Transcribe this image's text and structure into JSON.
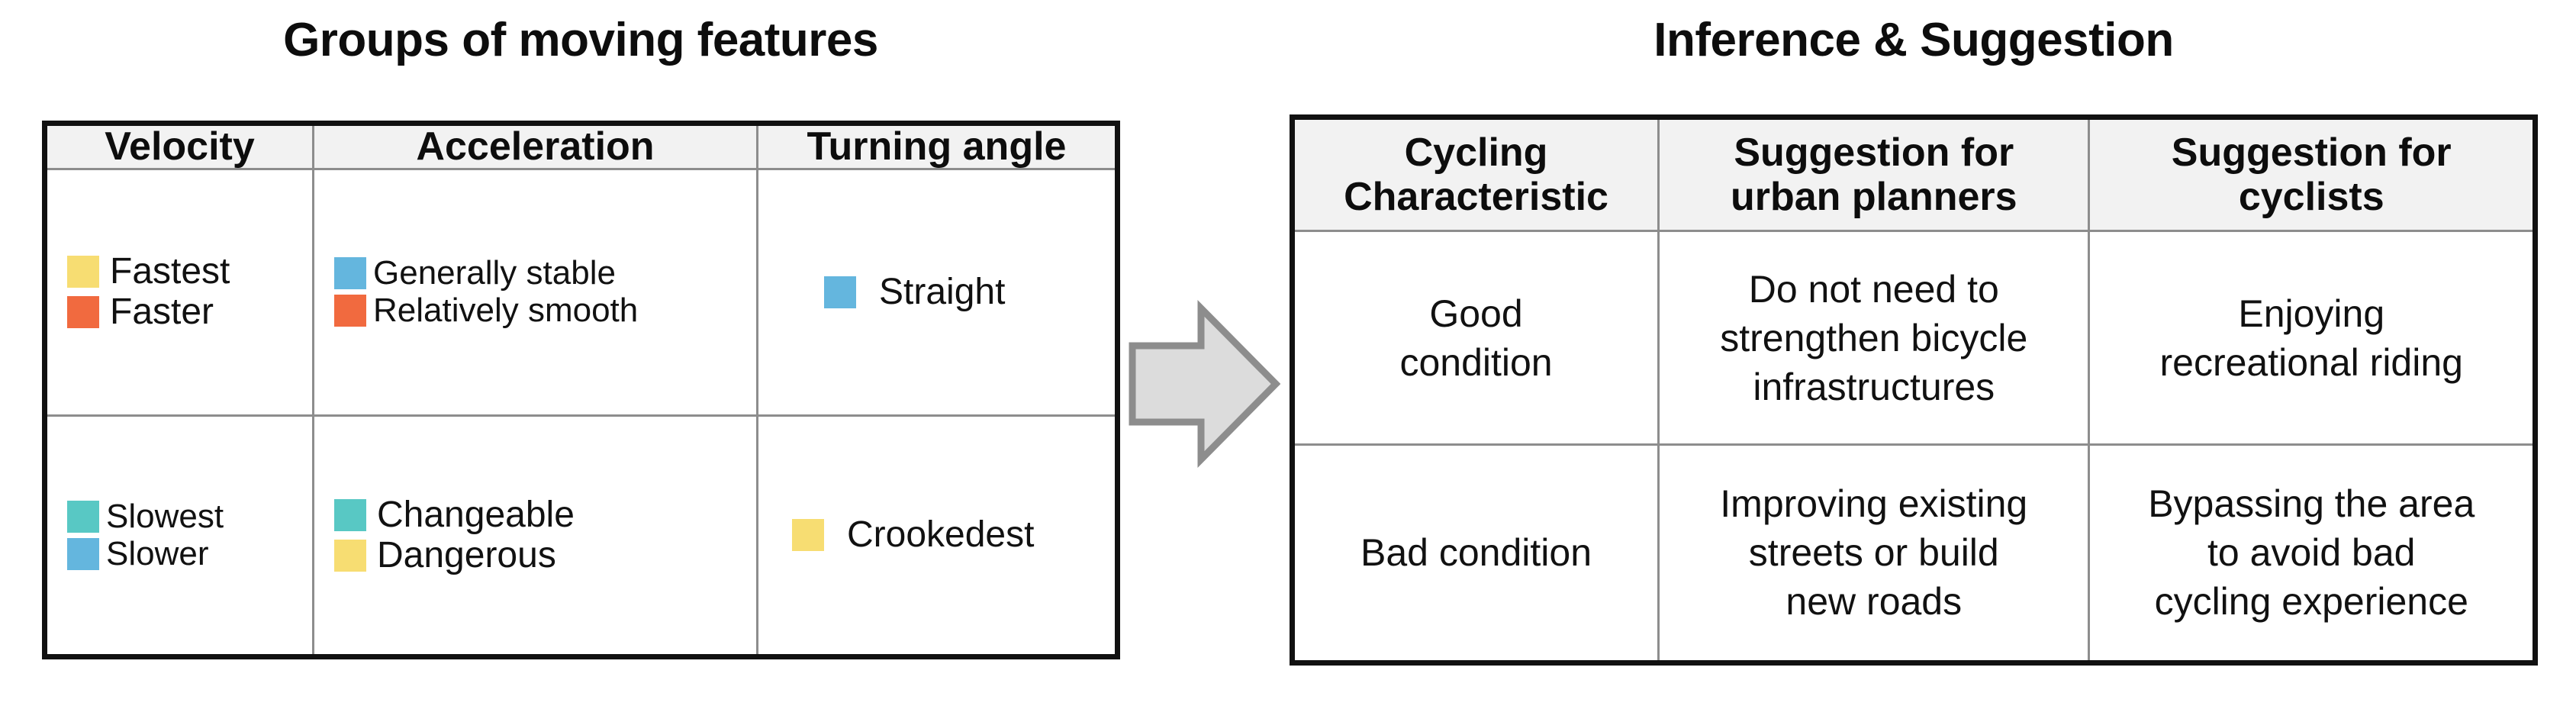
{
  "left_panel": {
    "title": "Groups of moving features",
    "table": {
      "headers": [
        "Velocity",
        "Acceleration",
        "Turning angle"
      ],
      "rows": [
        {
          "velocity": [
            {
              "label": "Fastest",
              "color": "#f7dd72"
            },
            {
              "label": "Faster",
              "color": "#f16a3f"
            }
          ],
          "acceleration": [
            {
              "label": "Generally stable",
              "color": "#64b6de"
            },
            {
              "label": "Relatively smooth",
              "color": "#f16a3f"
            }
          ],
          "turning_angle": [
            {
              "label": "Straight",
              "color": "#64b6de"
            }
          ]
        },
        {
          "velocity": [
            {
              "label": "Slowest",
              "color": "#58c8c4"
            },
            {
              "label": "Slower",
              "color": "#64b6de"
            }
          ],
          "acceleration": [
            {
              "label": "Changeable",
              "color": "#58c8c4"
            },
            {
              "label": "Dangerous",
              "color": "#f7dd72"
            }
          ],
          "turning_angle": [
            {
              "label": "Crookedest",
              "color": "#f7dd72"
            }
          ]
        }
      ]
    }
  },
  "arrow": {
    "name": "right-arrow",
    "fill": "#dcdcdc",
    "stroke": "#8d8d8d"
  },
  "right_panel": {
    "title": "Inference & Suggestion",
    "table": {
      "headers": [
        "Cycling\nCharacteristic",
        "Suggestion for\nurban planners",
        "Suggestion for\ncyclists"
      ],
      "rows": [
        {
          "characteristic": "Good\ncondition",
          "urban_planners": "Do not need to\nstrengthen bicycle\ninfrastructures",
          "cyclists": "Enjoying\nrecreational riding"
        },
        {
          "characteristic": "Bad condition",
          "urban_planners": "Improving existing\nstreets or build\nnew roads",
          "cyclists": "Bypassing the area\nto avoid bad\ncycling experience"
        }
      ]
    }
  },
  "colors": {
    "header_bg": "#f2f2f2",
    "outer_border": "#111111",
    "inner_border": "#8d8d8d",
    "yellow": "#f7dd72",
    "orange": "#f16a3f",
    "blue": "#64b6de",
    "teal": "#58c8c4"
  }
}
